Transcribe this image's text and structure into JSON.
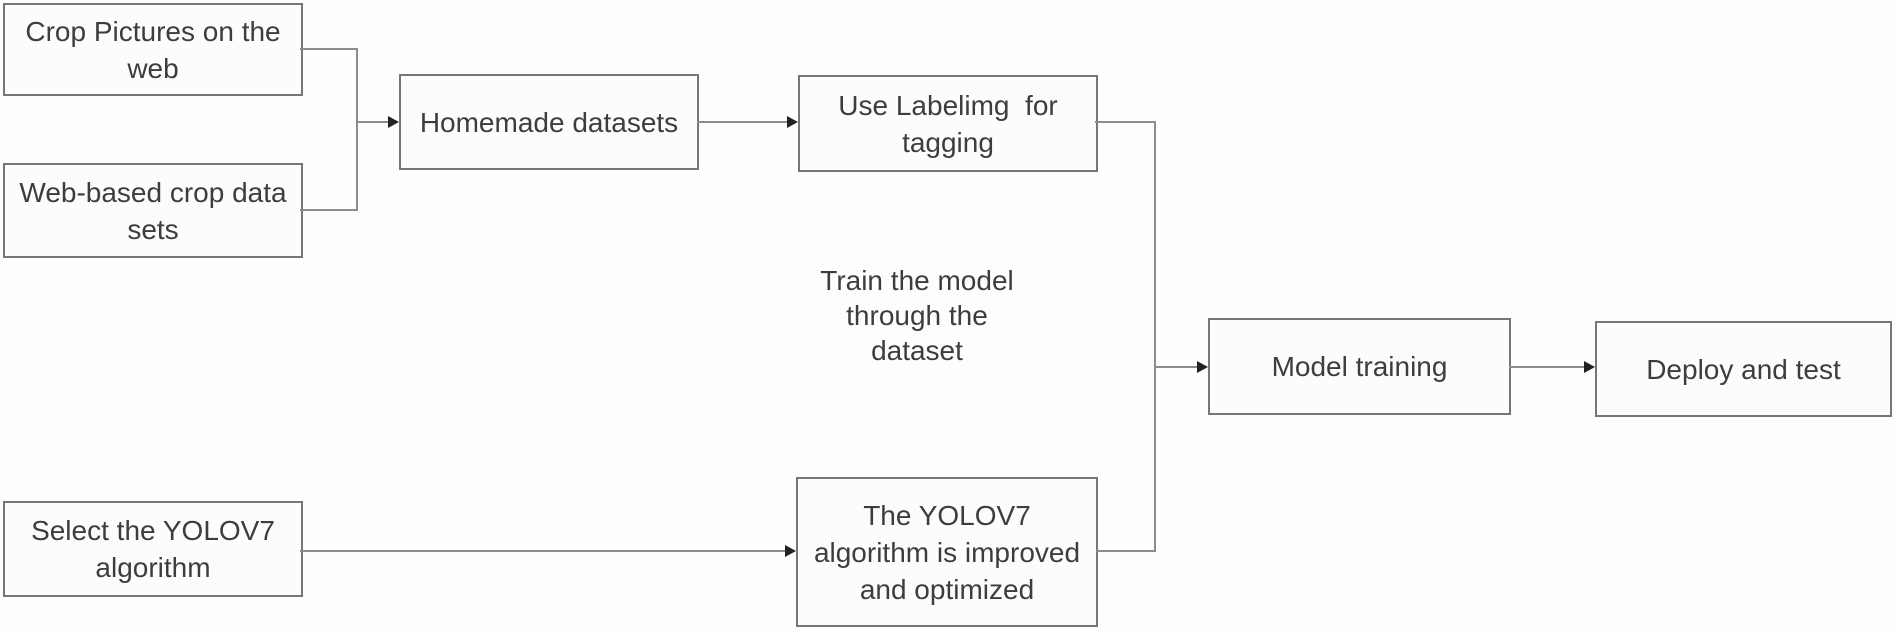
{
  "diagram": {
    "title": "YOLOV7 crop-detection model training pipeline flowchart",
    "colors": {
      "background": "#fdfdfd",
      "node_fill": "#fcfcfc",
      "node_border": "#767676",
      "connector": "#8c8c8c",
      "arrowhead": "#222222",
      "text": "#3d3d3d"
    },
    "nodes": {
      "crop_pictures": {
        "label": "Crop Pictures on the\nweb"
      },
      "web_based": {
        "label": "Web-based crop data\nsets"
      },
      "homemade": {
        "label": "Homemade datasets"
      },
      "labelimg": {
        "label": "Use Labelimg  for\ntagging"
      },
      "select_yolov7": {
        "label": "Select the YOLOV7\nalgorithm"
      },
      "improved": {
        "label": "The YOLOV7\nalgorithm is improved\nand optimized"
      },
      "training": {
        "label": "Model training"
      },
      "deploy": {
        "label": "Deploy and test"
      }
    },
    "annotation": {
      "label": "Train the model\nthrough the\ndataset"
    },
    "edges": [
      {
        "from": "crop_pictures",
        "to": "homemade"
      },
      {
        "from": "web_based",
        "to": "homemade"
      },
      {
        "from": "homemade",
        "to": "labelimg"
      },
      {
        "from": "labelimg",
        "to": "training"
      },
      {
        "from": "select_yolov7",
        "to": "improved"
      },
      {
        "from": "improved",
        "to": "training"
      },
      {
        "from": "training",
        "to": "deploy"
      }
    ]
  }
}
